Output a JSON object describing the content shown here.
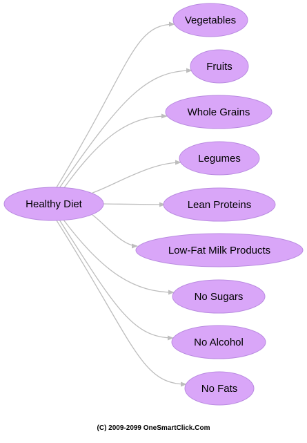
{
  "diagram": {
    "colors": {
      "node_fill": "#d9a6f8",
      "node_stroke": "#b98ae0",
      "edge": "#bdbdbd",
      "text": "#000000"
    },
    "root": {
      "id": "healthy-diet",
      "label": "Healthy Diet"
    },
    "children": [
      {
        "id": "vegetables",
        "label": "Vegetables"
      },
      {
        "id": "fruits",
        "label": "Fruits"
      },
      {
        "id": "whole-grains",
        "label": "Whole Grains"
      },
      {
        "id": "legumes",
        "label": "Legumes"
      },
      {
        "id": "lean-proteins",
        "label": "Lean Proteins"
      },
      {
        "id": "low-fat-milk-products",
        "label": "Low-Fat Milk Products"
      },
      {
        "id": "no-sugars",
        "label": "No Sugars"
      },
      {
        "id": "no-alcohol",
        "label": "No Alcohol"
      },
      {
        "id": "no-fats",
        "label": "No Fats"
      }
    ]
  },
  "footer": {
    "text": "(C) 2009-2099 OneSmartClick.Com"
  }
}
